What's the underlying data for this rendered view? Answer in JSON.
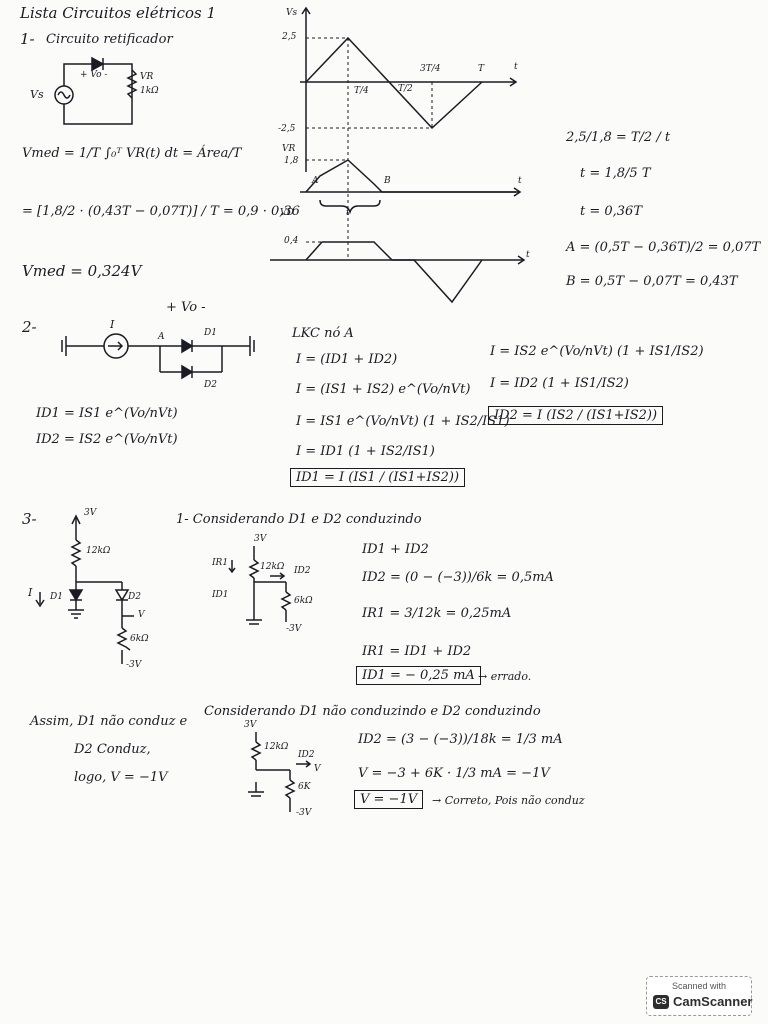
{
  "header": {
    "title": "Lista Circuitos elétricos 1"
  },
  "q1": {
    "number": "1-",
    "title": "Circuito retificador",
    "circuit": {
      "vs": "Vs",
      "vd": "+ Vo -",
      "vr": "VR",
      "r": "1kΩ"
    },
    "vmed_formula": "Vmed = 1/T ∫₀ᵀ VR(t) dt = Área/T",
    "vmed_expr": "= [1,8/2 · (0,43T − 0,07T)] / T = 0,9 · 0,36",
    "vmed_result": "Vmed = 0,324V",
    "ratio": "2,5/1,8 = T/2 / t",
    "t_eq": "t = 1,8/5 T",
    "t_val": "t = 0,36T",
    "a_eq": "A = (0,5T − 0,36T)/2 = 0,07T",
    "b_eq": "B = 0,5T − 0,07T = 0,43T",
    "graph_vs": {
      "ylabel": "Vs",
      "xlabel": "t",
      "ticks": [
        "2,5",
        "-2,5",
        "T/4",
        "T/2",
        "3T/4",
        "T"
      ]
    },
    "graph_vr": {
      "ylabel": "VR",
      "xlabel": "t",
      "ticks": [
        "1,8",
        "A",
        "B",
        "t"
      ]
    },
    "graph_vd": {
      "ylabel": "VD",
      "xlabel": "t",
      "ticks": [
        "0,4"
      ]
    }
  },
  "q2": {
    "number": "2-",
    "vo_label": "+ Vo -",
    "labels": {
      "i": "I",
      "a": "A",
      "d1": "D1",
      "d2": "D2"
    },
    "id1": "ID1 = IS1 e^(Vo/nVt)",
    "id2": "ID2 = IS2 e^(Vo/nVt)",
    "lkc_title": "LKC nó A",
    "eq1": "I = (ID1 + ID2)",
    "eq2": "I = (IS1 + IS2) e^(Vo/nVt)",
    "eq3": "I = IS1 e^(Vo/nVt) (1 + IS2/IS1)",
    "eq4": "I = ID1 (1 + IS2/IS1)",
    "eq5": "ID1 = I (IS1 / (IS1+IS2))",
    "eq6": "I = IS2 e^(Vo/nVt) (1 + IS1/IS2)",
    "eq7": "I = ID2 (1 + IS1/IS2)",
    "eq8": "ID2 = I (IS2 / (IS1+IS2))"
  },
  "q3": {
    "number": "3-",
    "circuit": {
      "v3": "3V",
      "r1": "12kΩ",
      "i": "I",
      "d1": "D1",
      "d2": "D2",
      "v": "V",
      "r2": "6kΩ",
      "vm3": "-3V"
    },
    "case1_title": "1- Considerando D1 e D2 conduzindo",
    "c1_labels": {
      "v3": "3V",
      "ir1": "IR1",
      "r1": "12kΩ",
      "id2": "ID2",
      "id1": "ID1",
      "r2": "6kΩ",
      "vm3": "-3V"
    },
    "c1_eq1": "ID1 + ID2",
    "c1_eq2": "ID2 = (0 − (−3))/6k = 0,5mA",
    "c1_eq3": "IR1 = 3/12k = 0,25mA",
    "c1_eq4": "IR1 = ID1 + ID2",
    "c1_result": "ID1 = − 0,25 mA",
    "c1_note": "→ errado.",
    "case2_title": "Considerando D1 não conduzindo e D2 conduzindo",
    "c2_labels": {
      "v3": "3V",
      "r1": "12kΩ",
      "id2": "ID2",
      "v": "V",
      "r2": "6K",
      "vm3": "-3V"
    },
    "c2_eq1": "ID2 = (3 − (−3))/18k = 1/3 mA",
    "c2_eq2": "V = −3 + 6K · 1/3 mA = −1V",
    "c2_result": "V = −1V",
    "c2_note": "→ Correto, Pois não conduz",
    "conclusion": [
      "Assim, D1 não conduz e",
      "D2 Conduz,",
      "logo, V = −1V"
    ]
  },
  "scanner": {
    "caption": "Scanned with",
    "brand": "CamScanner",
    "logo": "CS"
  }
}
